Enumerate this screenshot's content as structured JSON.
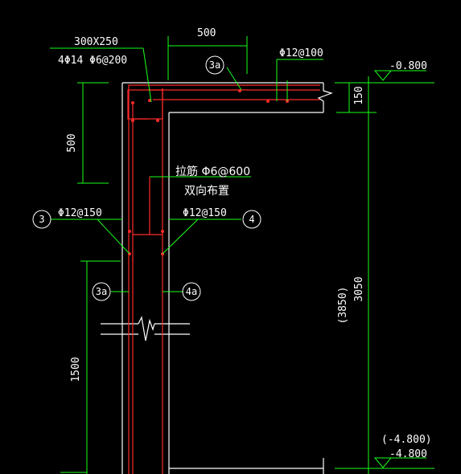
{
  "drawing": {
    "beam_section": "300X250",
    "beam_rebar": "4Φ14  Φ6@200",
    "dim_top_500": "500",
    "dim_left_500": "500",
    "dim_150": "150",
    "dim_1500": "1500",
    "dim_3850": "(3850)",
    "dim_3050": "3050",
    "top_rebar": "Φ12@100",
    "elev_top": "-0.800",
    "elev_bottom_paren": "(-4.800)",
    "elev_bottom": "-4.800",
    "tie_bar_line1": "拉筋  Φ6@600",
    "tie_bar_line2": "双向布置",
    "left_rebar": "Φ12@150",
    "right_rebar": "Φ12@150",
    "tag_3": "3",
    "tag_4": "4",
    "tag_3a_top": "3a",
    "tag_3a": "3a",
    "tag_4a": "4a"
  },
  "colors": {
    "background": "#000000",
    "dimension": "#19ff19",
    "outline": "#ffffff",
    "rebar": "#ff2a2a"
  }
}
